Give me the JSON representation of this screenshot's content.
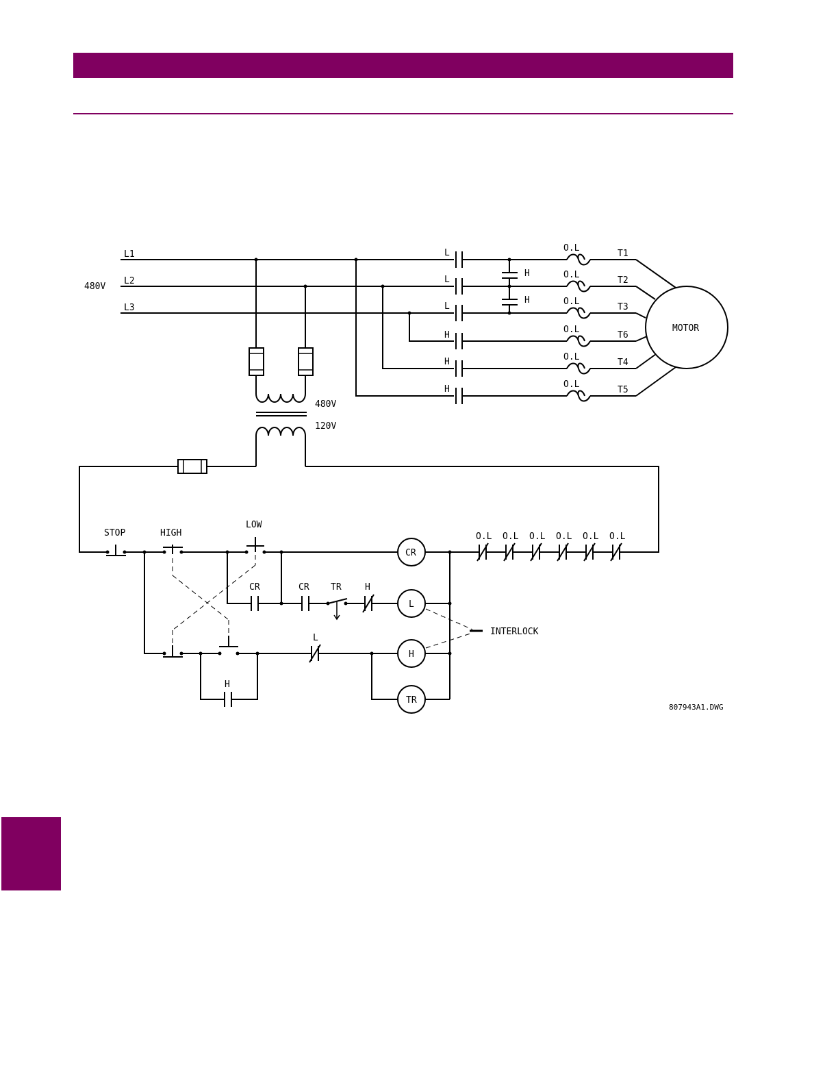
{
  "colors": {
    "accent": "#800060",
    "ink": "#000000",
    "background": "#ffffff"
  },
  "diagram": {
    "supply_voltage": "480V",
    "lines": [
      "L1",
      "L2",
      "L3"
    ],
    "main_contacts": [
      "L",
      "L",
      "L",
      "H",
      "H",
      "H"
    ],
    "bridge_contacts": [
      "H",
      "H"
    ],
    "overloads": "O.L",
    "terminals": [
      "T1",
      "T2",
      "T3",
      "T6",
      "T4",
      "T5"
    ],
    "motor_label": "MOTOR",
    "transformer_primary": "480V",
    "transformer_secondary": "120V",
    "control": {
      "stop": "STOP",
      "high": "HIGH",
      "low": "LOW",
      "cr_contact_1": "CR",
      "cr_contact_2": "CR",
      "tr_contact": "TR",
      "h_nc_contact": "H",
      "l_nc_contact": "L",
      "h_seal_contact": "H",
      "coil_cr": "CR",
      "coil_l": "L",
      "coil_h": "H",
      "coil_tr": "TR",
      "interlock": "INTERLOCK",
      "overload_contacts": [
        "O.L",
        "O.L",
        "O.L",
        "O.L",
        "O.L",
        "O.L"
      ]
    },
    "drawing_number": "807943A1.DWG"
  }
}
